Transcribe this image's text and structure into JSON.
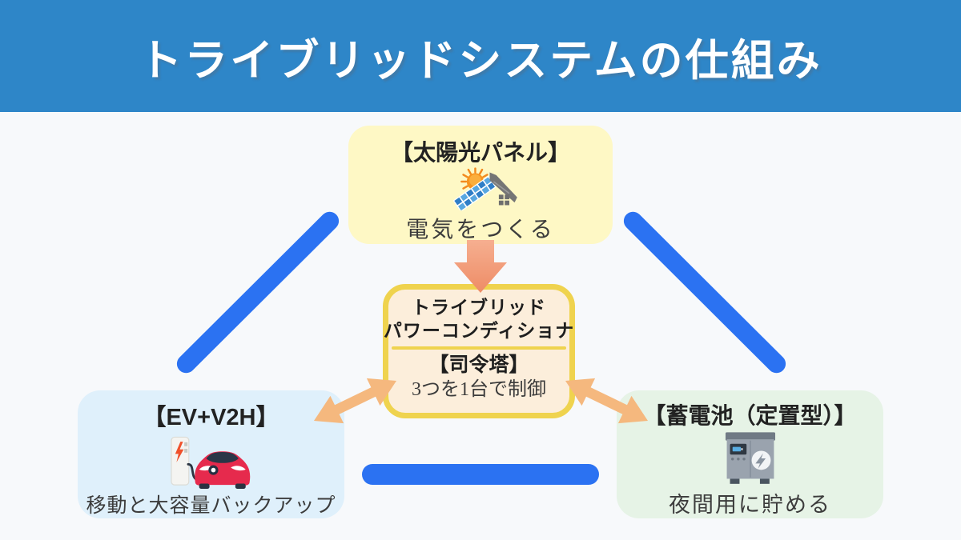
{
  "header": {
    "title": "トライブリッドシステムの仕組み"
  },
  "nodes": {
    "solar": {
      "title": "【太陽光パネル】",
      "caption": "電気をつくる",
      "icon": "solar-house-icon"
    },
    "controller": {
      "title_line1": "トライブリッド",
      "title_line2": "パワーコンディショナ",
      "subtitle": "【司令塔】",
      "caption": "3つを1台で制御"
    },
    "ev": {
      "title": "【EV+V2H】",
      "caption": "移動と大容量バックアップ",
      "icon": "ev-charging-icon"
    },
    "battery": {
      "title": "【蓄電池（定置型）】",
      "caption": "夜間用に貯める",
      "icon": "storage-battery-icon"
    }
  },
  "connections": {
    "solar_to_controller": "one-way-down-arrow",
    "controller_to_ev": "two-way-arrow",
    "controller_to_battery": "two-way-arrow",
    "triangle_links": [
      "solar-ev",
      "solar-battery",
      "ev-battery"
    ]
  },
  "colors": {
    "header_blue": "#2E86C8",
    "background": "#F7F9FB",
    "connector_blue": "#2B72F2",
    "down_arrow_salmon": "#F09274",
    "double_arrow_orange": "#F5B87E",
    "solar_box_bg": "#FEF8C5",
    "controller_box_bg": "#FCEEDB",
    "controller_border_yellow": "#EFD34E",
    "ev_box_bg": "#DFF0FB",
    "battery_box_bg": "#E6F3E6",
    "title_text": "#FFFFFF",
    "body_text": "#222222"
  }
}
